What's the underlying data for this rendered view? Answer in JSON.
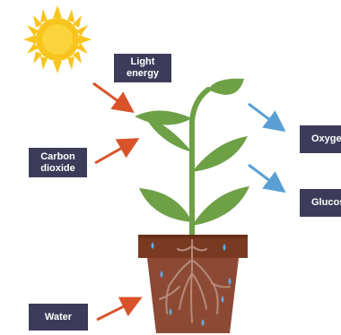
{
  "labels": {
    "light_energy": "Light\nenergy",
    "carbon_dioxide": "Carbon\ndioxide",
    "water": "Water",
    "oxygen": "Oxygen",
    "glucose": "Glucose"
  },
  "colors": {
    "sun": "#f7c51e",
    "sun_core": "#f8b81c",
    "label_bg": "#3c3c5a",
    "input_arrow": "#d9532a",
    "output_arrow": "#5a9fd4",
    "leaf": "#6ea046",
    "stem": "#6ea046",
    "pot": "#7a3a22",
    "soil": "#8c4a35",
    "root": "#b58a7a",
    "water_drop": "#5ab0e6"
  }
}
